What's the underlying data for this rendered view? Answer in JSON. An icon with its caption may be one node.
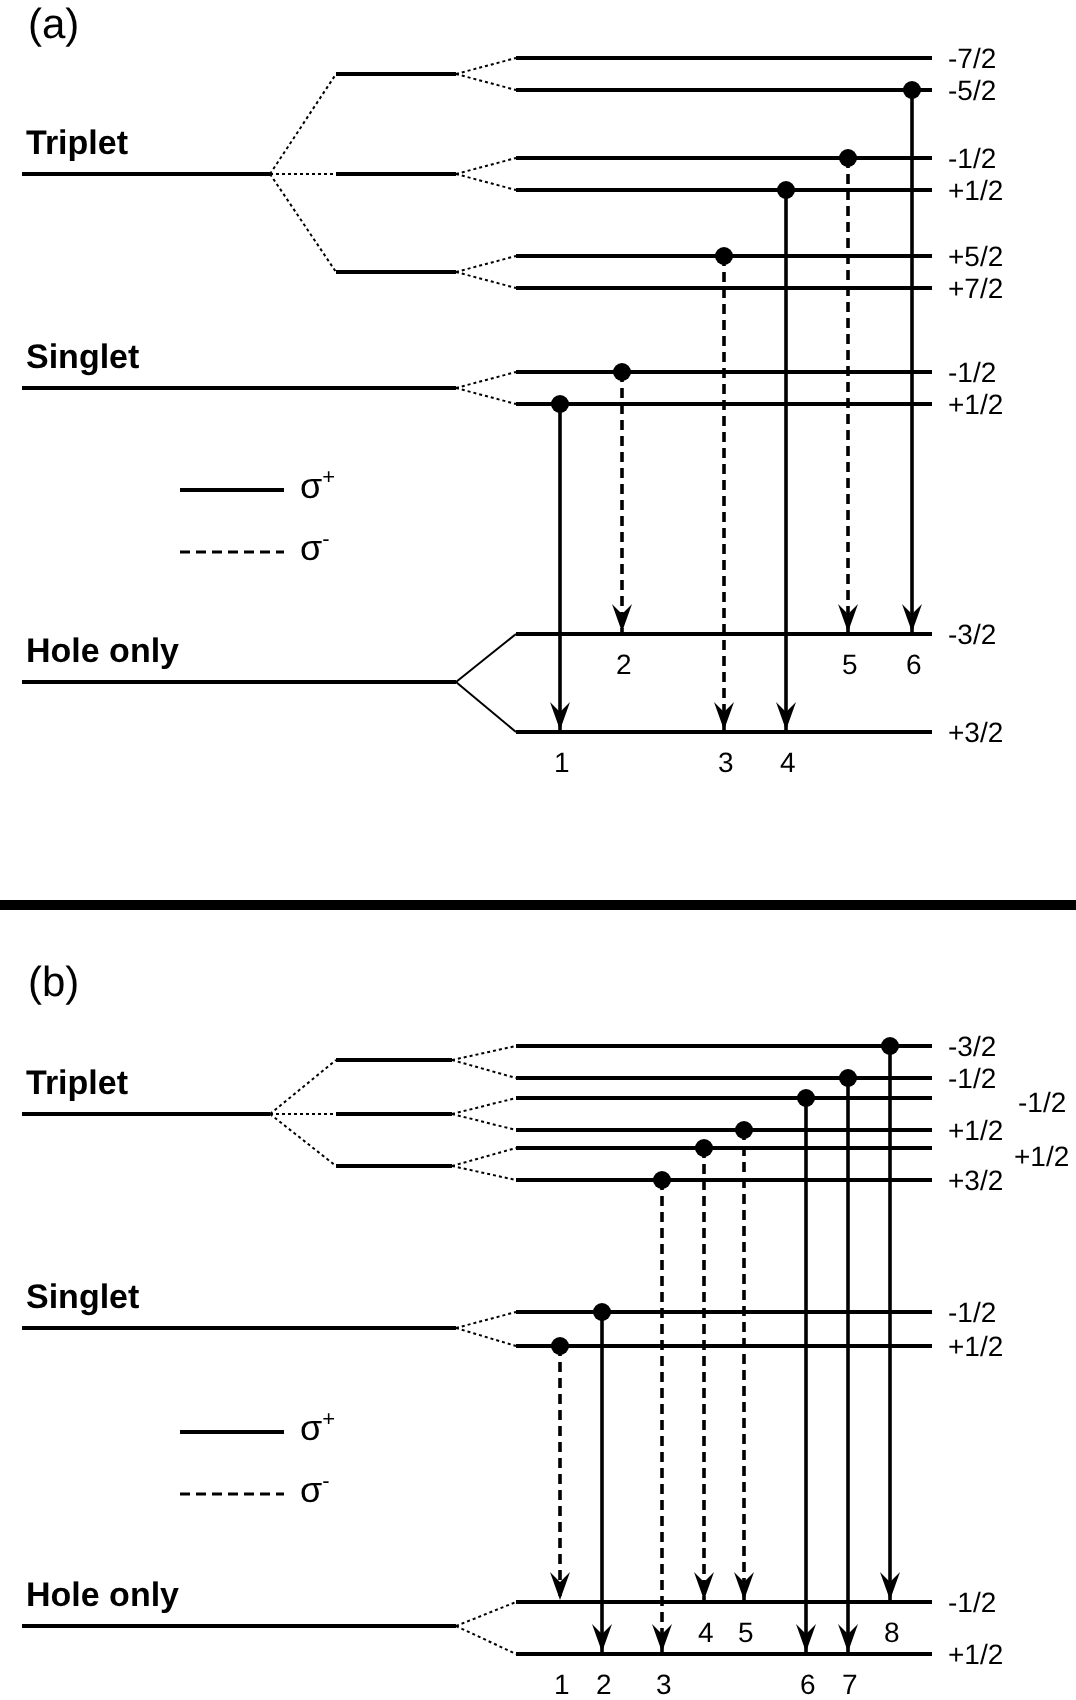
{
  "diagram": {
    "nodes": [
      {
        "text": [],
        "shape": "bar",
        "beside": [
          "Triplet"
        ]
      },
      {
        "text": [],
        "shape": "bar"
      },
      {
        "text": [],
        "shape": "bar"
      },
      {
        "text": [],
        "shape": "bar"
      },
      {
        "text": [],
        "shape": "bar",
        "beside": [
          "-7/2"
        ]
      },
      {
        "text": [],
        "shape": "bar",
        "beside": [
          "-5/2"
        ]
      },
      {
        "text": [],
        "shape": "bar",
        "beside": [
          "-1/2"
        ]
      },
      {
        "text": [],
        "shape": "bar",
        "beside": [
          "+1/2"
        ]
      },
      {
        "text": [],
        "shape": "bar",
        "beside": [
          "+5/2"
        ]
      },
      {
        "text": [],
        "shape": "bar",
        "beside": [
          "+7/2"
        ]
      },
      {
        "text": [],
        "shape": "bar",
        "beside": [
          "Singlet"
        ]
      },
      {
        "text": [],
        "shape": "bar",
        "beside": [
          "-1/2"
        ]
      },
      {
        "text": [],
        "shape": "bar",
        "beside": [
          "+1/2"
        ]
      },
      {
        "text": [],
        "shape": "bar",
        "beside": [
          "Hole only"
        ]
      },
      {
        "text": [],
        "shape": "bar",
        "beside": [
          "-3/2"
        ]
      },
      {
        "text": [],
        "shape": "bar",
        "beside": [
          "+3/2"
        ]
      },
      {
        "text": [],
        "shape": "bar",
        "beside": [
          "Triplet"
        ]
      },
      {
        "text": [],
        "shape": "bar"
      },
      {
        "text": [],
        "shape": "bar"
      },
      {
        "text": [],
        "shape": "bar"
      },
      {
        "text": [],
        "shape": "bar",
        "beside": [
          "-3/2"
        ]
      },
      {
        "text": [],
        "shape": "bar",
        "beside": [
          "-1/2"
        ]
      },
      {
        "text": [],
        "shape": "bar",
        "beside": [
          "-1/2"
        ]
      },
      {
        "text": [],
        "shape": "bar",
        "beside": [
          "+1/2"
        ]
      },
      {
        "text": [],
        "shape": "bar",
        "beside": [
          "+1/2"
        ]
      },
      {
        "text": [],
        "shape": "bar",
        "beside": [
          "+3/2"
        ]
      },
      {
        "text": [],
        "shape": "bar",
        "beside": [
          "Singlet"
        ]
      },
      {
        "text": [],
        "shape": "bar",
        "beside": [
          "-1/2"
        ]
      },
      {
        "text": [],
        "shape": "bar",
        "beside": [
          "+1/2"
        ]
      },
      {
        "text": [],
        "shape": "bar",
        "beside": [
          "Hole only"
        ]
      },
      {
        "text": [],
        "shape": "bar",
        "beside": [
          "-1/2"
        ]
      },
      {
        "text": [],
        "shape": "bar",
        "beside": [
          "+1/2"
        ]
      }
    ],
    "edges": [
      {
        "from": 0,
        "to": 1,
        "arrow": "none",
        "style": "dashed"
      },
      {
        "from": 0,
        "to": 2,
        "arrow": "none",
        "style": "dashed"
      },
      {
        "from": 0,
        "to": 3,
        "arrow": "none",
        "style": "dashed"
      },
      {
        "from": 1,
        "to": 4,
        "arrow": "none",
        "style": "dashed"
      },
      {
        "from": 1,
        "to": 5,
        "arrow": "none",
        "style": "dashed"
      },
      {
        "from": 2,
        "to": 6,
        "arrow": "none",
        "style": "dashed"
      },
      {
        "from": 2,
        "to": 7,
        "arrow": "none",
        "style": "dashed"
      },
      {
        "from": 3,
        "to": 8,
        "arrow": "none",
        "style": "dashed"
      },
      {
        "from": 3,
        "to": 9,
        "arrow": "none",
        "style": "dashed"
      },
      {
        "from": 10,
        "to": 11,
        "arrow": "none",
        "style": "dashed"
      },
      {
        "from": 10,
        "to": 12,
        "arrow": "none",
        "style": "dashed"
      },
      {
        "from": 13,
        "to": 14,
        "arrow": "none"
      },
      {
        "from": 13,
        "to": 15,
        "arrow": "none"
      },
      {
        "from": 12,
        "to": 15,
        "arrow": "to",
        "label": "1"
      },
      {
        "from": 11,
        "to": 14,
        "arrow": "to",
        "label": "2",
        "style": "dashed"
      },
      {
        "from": 8,
        "to": 15,
        "arrow": "to",
        "label": "3",
        "style": "dashed"
      },
      {
        "from": 7,
        "to": 15,
        "arrow": "to",
        "label": "4"
      },
      {
        "from": 6,
        "to": 14,
        "arrow": "to",
        "label": "5",
        "style": "dashed"
      },
      {
        "from": 5,
        "to": 14,
        "arrow": "to",
        "label": "6"
      },
      {
        "from": 16,
        "to": 17,
        "arrow": "none",
        "style": "dashed"
      },
      {
        "from": 16,
        "to": 18,
        "arrow": "none",
        "style": "dashed"
      },
      {
        "from": 16,
        "to": 19,
        "arrow": "none",
        "style": "dashed"
      },
      {
        "from": 17,
        "to": 20,
        "arrow": "none",
        "style": "dashed"
      },
      {
        "from": 17,
        "to": 21,
        "arrow": "none",
        "style": "dashed"
      },
      {
        "from": 18,
        "to": 22,
        "arrow": "none",
        "style": "dashed"
      },
      {
        "from": 18,
        "to": 23,
        "arrow": "none",
        "style": "dashed"
      },
      {
        "from": 19,
        "to": 24,
        "arrow": "none",
        "style": "dashed"
      },
      {
        "from": 19,
        "to": 25,
        "arrow": "none",
        "style": "dashed"
      },
      {
        "from": 26,
        "to": 27,
        "arrow": "none",
        "style": "dashed"
      },
      {
        "from": 26,
        "to": 28,
        "arrow": "none",
        "style": "dashed"
      },
      {
        "from": 29,
        "to": 30,
        "arrow": "none",
        "style": "dashed"
      },
      {
        "from": 29,
        "to": 31,
        "arrow": "none",
        "style": "dashed"
      },
      {
        "from": 28,
        "to": 30,
        "arrow": "to",
        "label": "1",
        "style": "dashed"
      },
      {
        "from": 27,
        "to": 31,
        "arrow": "to",
        "label": "2"
      },
      {
        "from": 25,
        "to": 31,
        "arrow": "to",
        "label": "3",
        "style": "dashed"
      },
      {
        "from": 24,
        "to": 30,
        "arrow": "to",
        "label": "4",
        "style": "dashed"
      },
      {
        "from": 23,
        "to": 30,
        "arrow": "to",
        "label": "5",
        "style": "dashed"
      },
      {
        "from": 22,
        "to": 31,
        "arrow": "to",
        "label": "6"
      },
      {
        "from": 21,
        "to": 31,
        "arrow": "to",
        "label": "7"
      },
      {
        "from": 20,
        "to": 30,
        "arrow": "to",
        "label": "8"
      }
    ],
    "labels": [
      "(a)",
      "(b)"
    ],
    "legend": [
      {
        "text": "σ$^{+}$"
      },
      {
        "text": "σ$^{-}$"
      },
      {
        "text": "σ$^{+}$"
      },
      {
        "text": "σ$^{-}$"
      }
    ]
  }
}
